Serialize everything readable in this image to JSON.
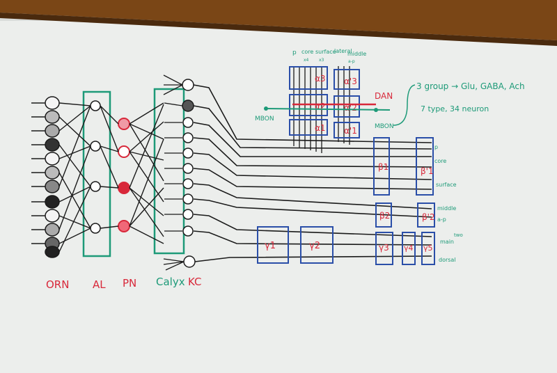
{
  "labels": {
    "orn": "ORN",
    "al": "AL",
    "pn": "PN",
    "calyx": "Calyx",
    "kc": "KC",
    "mbon_left": "MBON",
    "mbon_right": "MBON",
    "dan": "DAN",
    "note_line1": "3 group → Glu, GABA, Ach",
    "note_line2": "7 type, 34 neuron",
    "top_p": "p",
    "top_core": "core",
    "top_surface": "surface",
    "top_lateral": "lateral",
    "top_middle": "middle",
    "top_sub_core": "x4",
    "top_sub_surface": "x3",
    "top_sub_middle": "a-p",
    "right_p": "p",
    "right_core": "core",
    "right_surface": "surface",
    "right_middle": "middle",
    "right_ap": "a-p",
    "right_main": "main",
    "right_dorsal": "dorsal",
    "right_two": "two"
  },
  "boxes": {
    "a3": "α3",
    "a_prime3": "α'3",
    "a2": "α2",
    "a_prime2": "α'2",
    "a1": "α1",
    "a_prime1": "α'1",
    "b1": "β1",
    "b_prime1": "β'1",
    "b2": "β2",
    "b_prime2": "β'2",
    "g1": "γ1",
    "g2": "γ2",
    "g3": "γ3",
    "g4": "γ4",
    "g5": "γ5"
  },
  "colors": {
    "board": "#eef0ee",
    "frame": "#6b3d12",
    "ink_black": "#1a1a1a",
    "ink_red": "#d8283a",
    "ink_teal": "#1d9a78",
    "ink_blue": "#2a4ea8"
  }
}
